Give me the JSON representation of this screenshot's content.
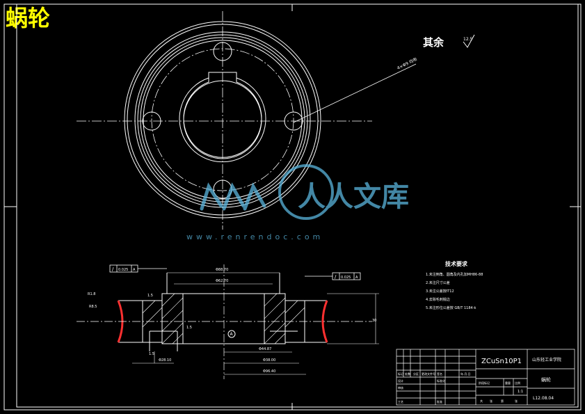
{
  "drawing": {
    "title": "蜗轮",
    "surface_note_label": "其余",
    "surface_note_value": "12.5",
    "material": "ZCuSn10P1",
    "school": "山东轻工业学院",
    "part_name": "蜗轮",
    "drawing_no": "L12.08.04",
    "scale": "1:1",
    "tech_title": "技术要求",
    "tech_items": [
      "1.未注倒角、圆角及内孔加MH86-88",
      "2.未注尺寸公差",
      "3.未注公差按IT12",
      "4.去除毛刺锐边",
      "5.未注形位公差按 GB/T 1184-k"
    ],
    "tolerance_left": "0.025",
    "tolerance_right": "0.025",
    "dims": {
      "d_top1": "Φ88.70",
      "d_top2": "Φ62.70",
      "d_bot1": "Φ44.87",
      "d_bot2": "Φ38.00",
      "d_bot3": "Φ96.40",
      "d_left": "Φ28.10",
      "height": "30",
      "r1": "R1.8",
      "r2": "R8.5",
      "ch1": "1.5",
      "ch2": "1.5",
      "ch3": "1.5"
    },
    "tb": {
      "r1": [
        "标记",
        "处数",
        "分区",
        "更改文件号",
        "签名",
        "年.月.日"
      ],
      "r2": [
        "设计",
        "",
        "",
        "标准化",
        "",
        "",
        "阶段标记",
        "重量",
        "比例"
      ],
      "r3": [
        "审核"
      ],
      "r4": [
        "工艺",
        "",
        "",
        "批准",
        "",
        "",
        "共",
        "张",
        "第",
        "张"
      ]
    },
    "watermark_cn": "人人文库",
    "watermark_url": "www.renrendoc.com"
  },
  "colors": {
    "line": "#ffffff",
    "title": "#ffff00",
    "section": "#ff3030",
    "watermark": "#5ab4dc"
  }
}
